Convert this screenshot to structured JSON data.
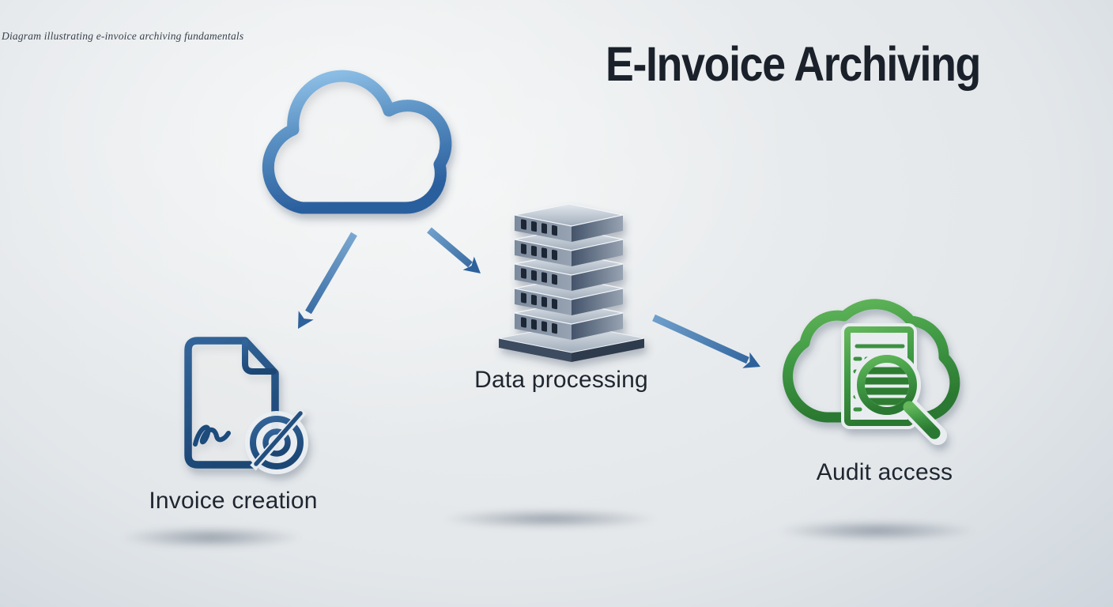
{
  "page": {
    "caption": "Diagram illustrating e-invoice archiving fundamentals",
    "title": "E-Invoice Archiving"
  },
  "nodes": [
    {
      "id": "source-cloud",
      "icon": "cloud-icon",
      "label": ""
    },
    {
      "id": "invoice-creation",
      "icon": "invoice-document-icon",
      "label": "Invoice creation"
    },
    {
      "id": "data-processing",
      "icon": "server-stack-icon",
      "label": "Data processing"
    },
    {
      "id": "audit-access",
      "icon": "audit-cloud-icon",
      "label": "Audit access"
    }
  ],
  "edges": [
    {
      "from": "source-cloud",
      "to": "invoice-creation"
    },
    {
      "from": "source-cloud",
      "to": "data-processing"
    },
    {
      "from": "data-processing",
      "to": "audit-access"
    }
  ],
  "colors": {
    "arrow": "#2d619b",
    "cloud_blue": "#3a77b4",
    "invoice_blue": "#24507f",
    "server_slate": "#55657d",
    "audit_green": "#3b9141",
    "ink": "#1a212b",
    "bg_light": "#eef0f1",
    "bg_dark": "#a5b1bf"
  }
}
